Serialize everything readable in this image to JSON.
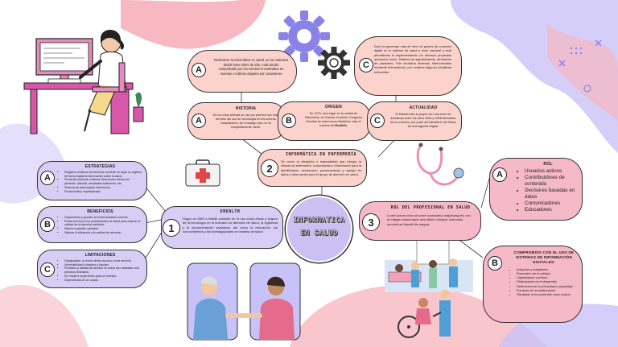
{
  "colors": {
    "peach": "#fbd3cc",
    "pink": "#f6b9c7",
    "lavender": "#d7cdf5",
    "purple_gear": "#8b82e8",
    "blob_pink": "#f8b8c2",
    "blob_purple": "#c9c2f8"
  },
  "top_left": {
    "letter": "A",
    "text": "Realmente la informática en salud, se ha realizado desde hace miles de año, está siendo comprobado por los escritos encontrados en momias o indicios dejados por curanderos"
  },
  "historia": {
    "title": "HISTORIA",
    "letter": "A",
    "text": "En los años setenta se usó por primera vez este término del uso de tecnología en los centros hospitalarios, sin embargo esto no es completamente cierto."
  },
  "origen": {
    "title": "ORIGEN",
    "letter": "B",
    "text": "En 1976, tuvo lugar en la ciudad de Estocolmo, en Suecia, el primer Congreso Mundial de esta nueva disciplina, bajo el nombre de",
    "text_bold": "Medinfo."
  },
  "top_right": {
    "letter": "C",
    "text": "Esto ha generado más de cien mil puntos de conexión digital en el sistema de salud a nivel nacional y está permitiendo la implementación de diversos proyectos asociados como: Sistema de agendamiento, derivación de pacientes, Tele medicina diversas, interconsultas mediante telemedicina, por nombrar algunos iniciativas relevantes."
  },
  "actualidad": {
    "title": "ACTUALIDAD",
    "letter": "C",
    "text": "El Estado hizo lo propio con una serie de iniciativas entre los años 2000 y 2008 derivadas de la creación, por parte del Ministerio de Salud, de una Agenda Digital."
  },
  "informatica_enfermeria": {
    "number": "2",
    "title": "INFORMÁTICA EN ENFERMERÍA",
    "text": "Se como la disciplina o especialidad que integra la ciencia de enfermería, computación e información para la identificación, recolección, procesamiento y manejo de datos e información para el apoyo de atención en salud."
  },
  "center": {
    "title_line1": "INFORMATICA",
    "title_line2": "EN SALUD"
  },
  "ehealth": {
    "number": "1",
    "title": "EHEALTH",
    "text": "Según la OMS e-Health consiste en el uso costo eficaz y seguro de la tecnología en la inclusión de atención de salud, la vigilancia y la documentación sanitarias, así como la educación, los conocimientos y las investigaciones en materia de salud"
  },
  "estrategias": {
    "letter": "A",
    "title": "ESTRATEGIAS",
    "items": [
      "Registros médicos electrónicos consiste en dejar un registro de forma digital la información sobre la salud.",
      "Portal del paciente contiene información clínica del paciente, historial, resultados exámenes, etc.",
      "Sistema de prescripción electrónica",
      "Portal médico especializado"
    ]
  },
  "beneficios": {
    "letter": "B",
    "title": "BENEFICIOS",
    "items": [
      "Seguimiento y gestión de enfermedades crónicas.",
      "Presta servicio a los profesionales de salud para mejorar la calidad de la atención sanitaria.",
      "Mejora la gestión sanitaria.",
      "Mejorar la eficiencia y la calidad de atención"
    ]
  },
  "limitaciones": {
    "letter": "C",
    "title": "LIMITACIONES",
    "items": [
      "Desigualdad, no todos tienen acceso a este servicio",
      "Vulnerabilidad a hackers y fraudes",
      "Precisión y calidad de servicio no todos los resultados son precisos deseados.",
      "Se requiere supervisión para un servicio.",
      "Dependencia al ser usado."
    ]
  },
  "rol_profesional": {
    "number": "3",
    "title": "ROL DEL PROFESIONAL EN SALUD",
    "text": "Lorem ipsum dolor sit amet consectetur adipiscing elit, orci eu integer ullamcorper uma libero volutpat, commodo conubia ad blandit dis magna."
  },
  "rol": {
    "letter": "A",
    "title": "ROL",
    "items": [
      "Usuarios activos",
      "Contribuidores de contenido",
      "Decisores basadas en datos",
      "Comunicadores",
      "Educadores"
    ]
  },
  "compromiso": {
    "letter": "B",
    "title": "COMPROMISO CON EL USO DE SISTEMAS DE INFORMACIÓN DIGITALES:",
    "items": [
      "Adopción y adaptación",
      "Promoción de la calidad",
      "Capacitación continua",
      "Participación en el desarrollo",
      "Defensores de la privacidad y seguridad.",
      "Fomento de la colaboración",
      "Visualizar a los pacientes como socios."
    ]
  }
}
